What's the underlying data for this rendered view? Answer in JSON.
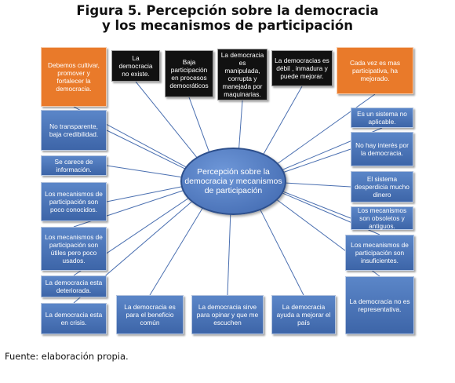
{
  "title": {
    "line1": "Figura 5. Percepción sobre la democracia",
    "line2": "y los mecanismos de participación"
  },
  "center": "Percepción sobre la democracia y mecanismos de participación",
  "nodes": [
    {
      "text": "Debemos cultivar, promover y fortalecer la democracia.",
      "color": "orange"
    },
    {
      "text": "La democracia no existe.",
      "color": "black"
    },
    {
      "text": "Baja participación en procesos democráticos",
      "color": "black"
    },
    {
      "text": "La democracia es manipulada, corrupta y manejada por maquinarias.",
      "color": "black"
    },
    {
      "text": "La democracias es débil , inmadura y puede mejorar.",
      "color": "black"
    },
    {
      "text": "Cada vez es mas participativa, ha mejorado.",
      "color": "orange"
    },
    {
      "text": "No transparente, baja credibilidad.",
      "color": "blue"
    },
    {
      "text": "Se carece de información.",
      "color": "blue"
    },
    {
      "text": "Los mecanismos de participación son poco conocidos.",
      "color": "blue"
    },
    {
      "text": "Los mecanismos de participación son útiles pero poco usados.",
      "color": "blue"
    },
    {
      "text": "La democracia esta deteriorada.",
      "color": "blue"
    },
    {
      "text": "La democracia esta en crisis.",
      "color": "blue"
    },
    {
      "text": "La democracia es para el beneficio común",
      "color": "blue"
    },
    {
      "text": "La democracia sirve para opinar y que me escuchen",
      "color": "blue"
    },
    {
      "text": "La democracia ayuda a mejorar el país",
      "color": "blue"
    },
    {
      "text": "Es un sistema no aplicable.",
      "color": "blue"
    },
    {
      "text": "No hay interés por la democracia.",
      "color": "blue"
    },
    {
      "text": "El sistema desperdicia mucho dinero",
      "color": "blue"
    },
    {
      "text": "Los mecanismos son obsoletos y antiguos.",
      "color": "blue"
    },
    {
      "text": "Los mecanismos de participación son insuficientes.",
      "color": "blue"
    },
    {
      "text": "La democracia no es representativa.",
      "color": "blue"
    }
  ],
  "source": "Fuente: elaboración propia."
}
